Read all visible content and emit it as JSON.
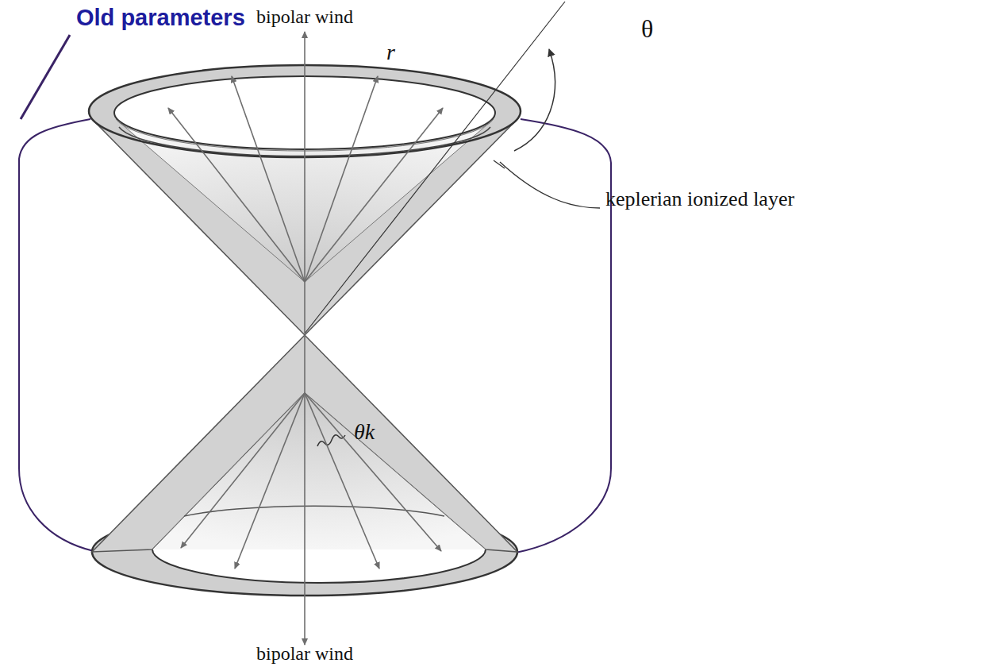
{
  "diagram": {
    "labels": [
      "Old parameters",
      "bipolar wind",
      "r",
      "θ",
      "keplerian ionized layer",
      "θk",
      "bipolar wind"
    ]
  }
}
